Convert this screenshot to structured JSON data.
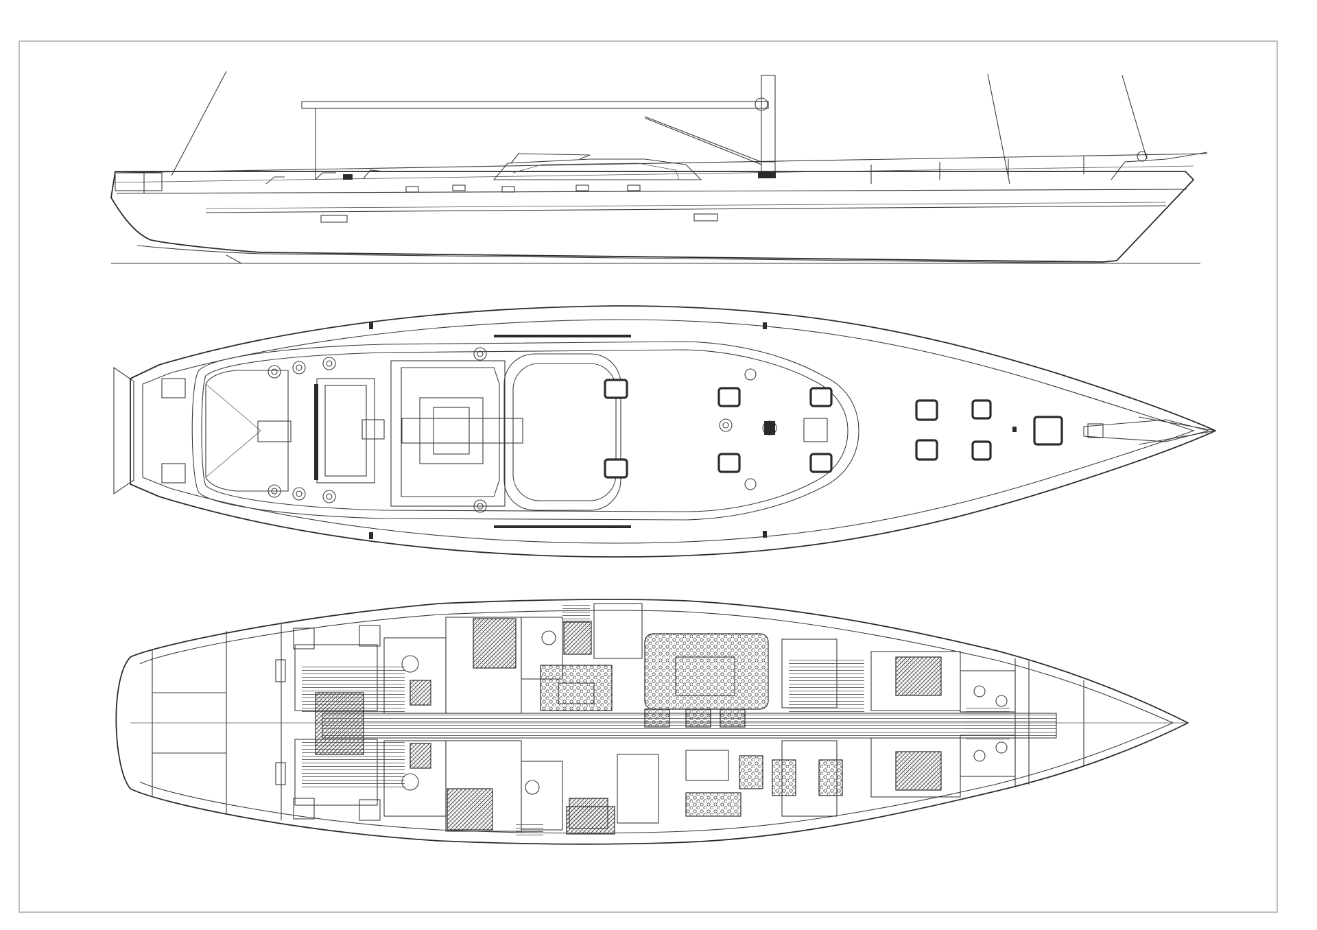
{
  "drawing": {
    "views": [
      {
        "id": "profile",
        "kind": "side-elevation"
      },
      {
        "id": "deck-plan",
        "kind": "deck-plan"
      },
      {
        "id": "accommodation-plan",
        "kind": "interior-layout"
      }
    ],
    "colors": {
      "line": "#2b2b2b",
      "frame": "#bdbdbd",
      "background": "#ffffff"
    }
  }
}
